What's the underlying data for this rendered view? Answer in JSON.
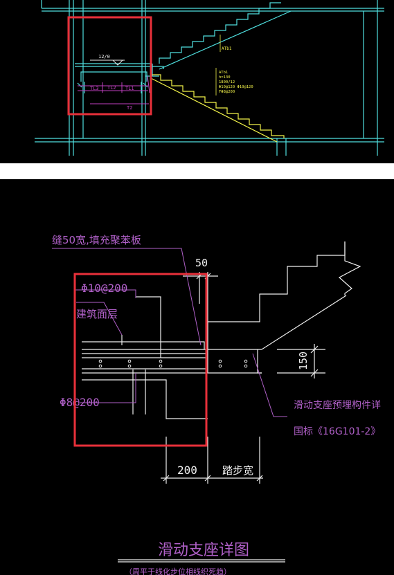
{
  "top_drawing": {
    "level_label": "12/0",
    "tl_labels": [
      "TL3",
      "TL2",
      "TL1"
    ],
    "t2_label": "T2",
    "atb1_label": "ATb1",
    "spec_lines": [
      "ATb1",
      "h=130",
      "1800/12",
      "Φ10@120 Φ10@120",
      "FΦ8@200"
    ]
  },
  "bottom_drawing": {
    "seam_label": "缝50宽,填充聚苯板",
    "dim_50": "50",
    "rebar_top": "Φ10@200",
    "finish_layer": "建筑面层",
    "rebar_bottom": "Φ8@200",
    "dim_150": "150",
    "support_note_1": "滑动支座预埋构件详",
    "support_note_2": "国标《16G101-2》",
    "dim_200": "200",
    "step_width": "踏步宽",
    "title": "滑动支座详图",
    "subtitle": "（周平于线化步位相线织死趋）"
  },
  "colors": {
    "background": "#000000",
    "cyan": "#4fe0e0",
    "yellow": "#f2f24a",
    "magenta": "#c040c0",
    "white": "#f0f0f0",
    "highlight_red": "#e8303a",
    "purple_text": "#b060c8"
  }
}
